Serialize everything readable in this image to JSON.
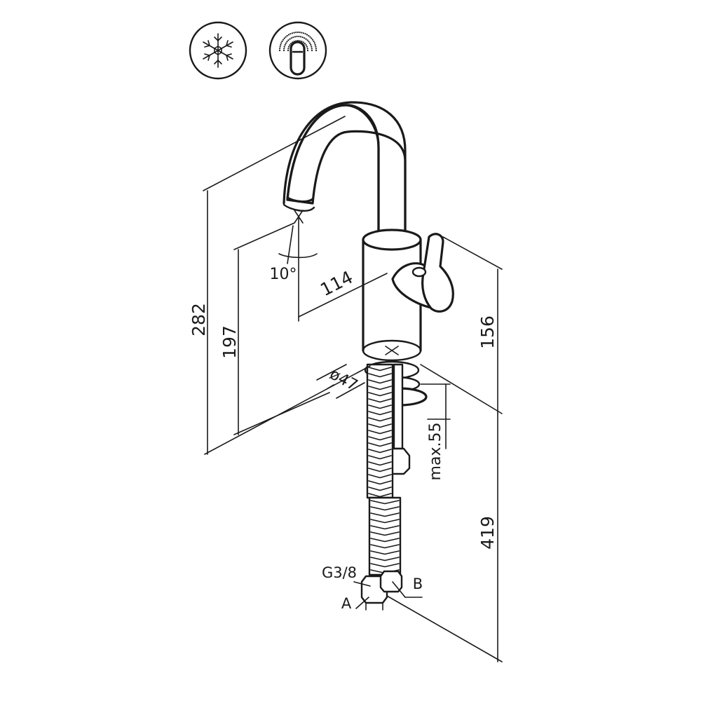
{
  "icons": {
    "cold_start": "snowflake-icon",
    "sensor": "touch-sensor-icon"
  },
  "dimensions": {
    "total_height": "282",
    "spout_height": "197",
    "spout_reach": "114",
    "lever_height": "156",
    "hose_length": "419",
    "base_diameter": "ø47",
    "deck_thickness": "max.55",
    "swivel_angle": "10°"
  },
  "connections": {
    "thread": "G3/8",
    "hose_a": "A",
    "hose_b": "B"
  },
  "colors": {
    "line": "#1a1a1a",
    "background": "#ffffff"
  }
}
